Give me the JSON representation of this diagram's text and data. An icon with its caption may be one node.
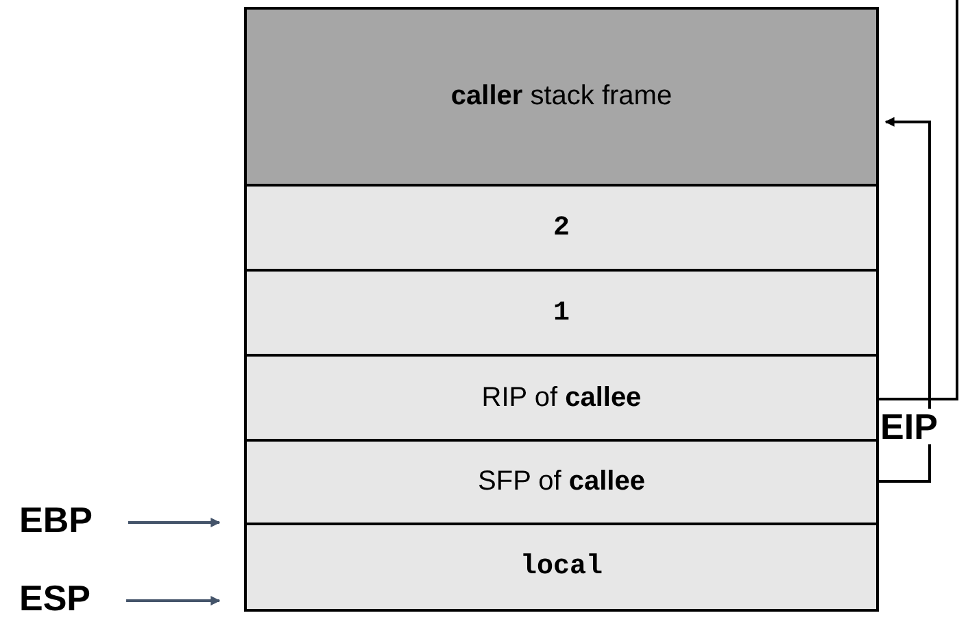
{
  "diagram": {
    "nodes": [
      {
        "text": [
          "**caller** stack frame"
        ]
      },
      {
        "text": [
          "2"
        ]
      },
      {
        "text": [
          "1"
        ]
      },
      {
        "text": [
          "RIP of **callee**"
        ]
      },
      {
        "text": [
          "SFP of **callee**"
        ]
      },
      {
        "text": [
          "local"
        ]
      },
      {
        "text": [
          "EBP"
        ]
      },
      {
        "text": [
          "ESP"
        ]
      }
    ],
    "edges": [
      {
        "from": 4,
        "to": 0,
        "arrow": "to"
      },
      {
        "from": 3,
        "to": null,
        "arrow": "none",
        "label": "EIP"
      },
      {
        "from": 6,
        "to": 4,
        "arrow": "to",
        "color": "#44546a"
      },
      {
        "from": 7,
        "to": 5,
        "arrow": "to",
        "color": "#44546a"
      }
    ]
  }
}
